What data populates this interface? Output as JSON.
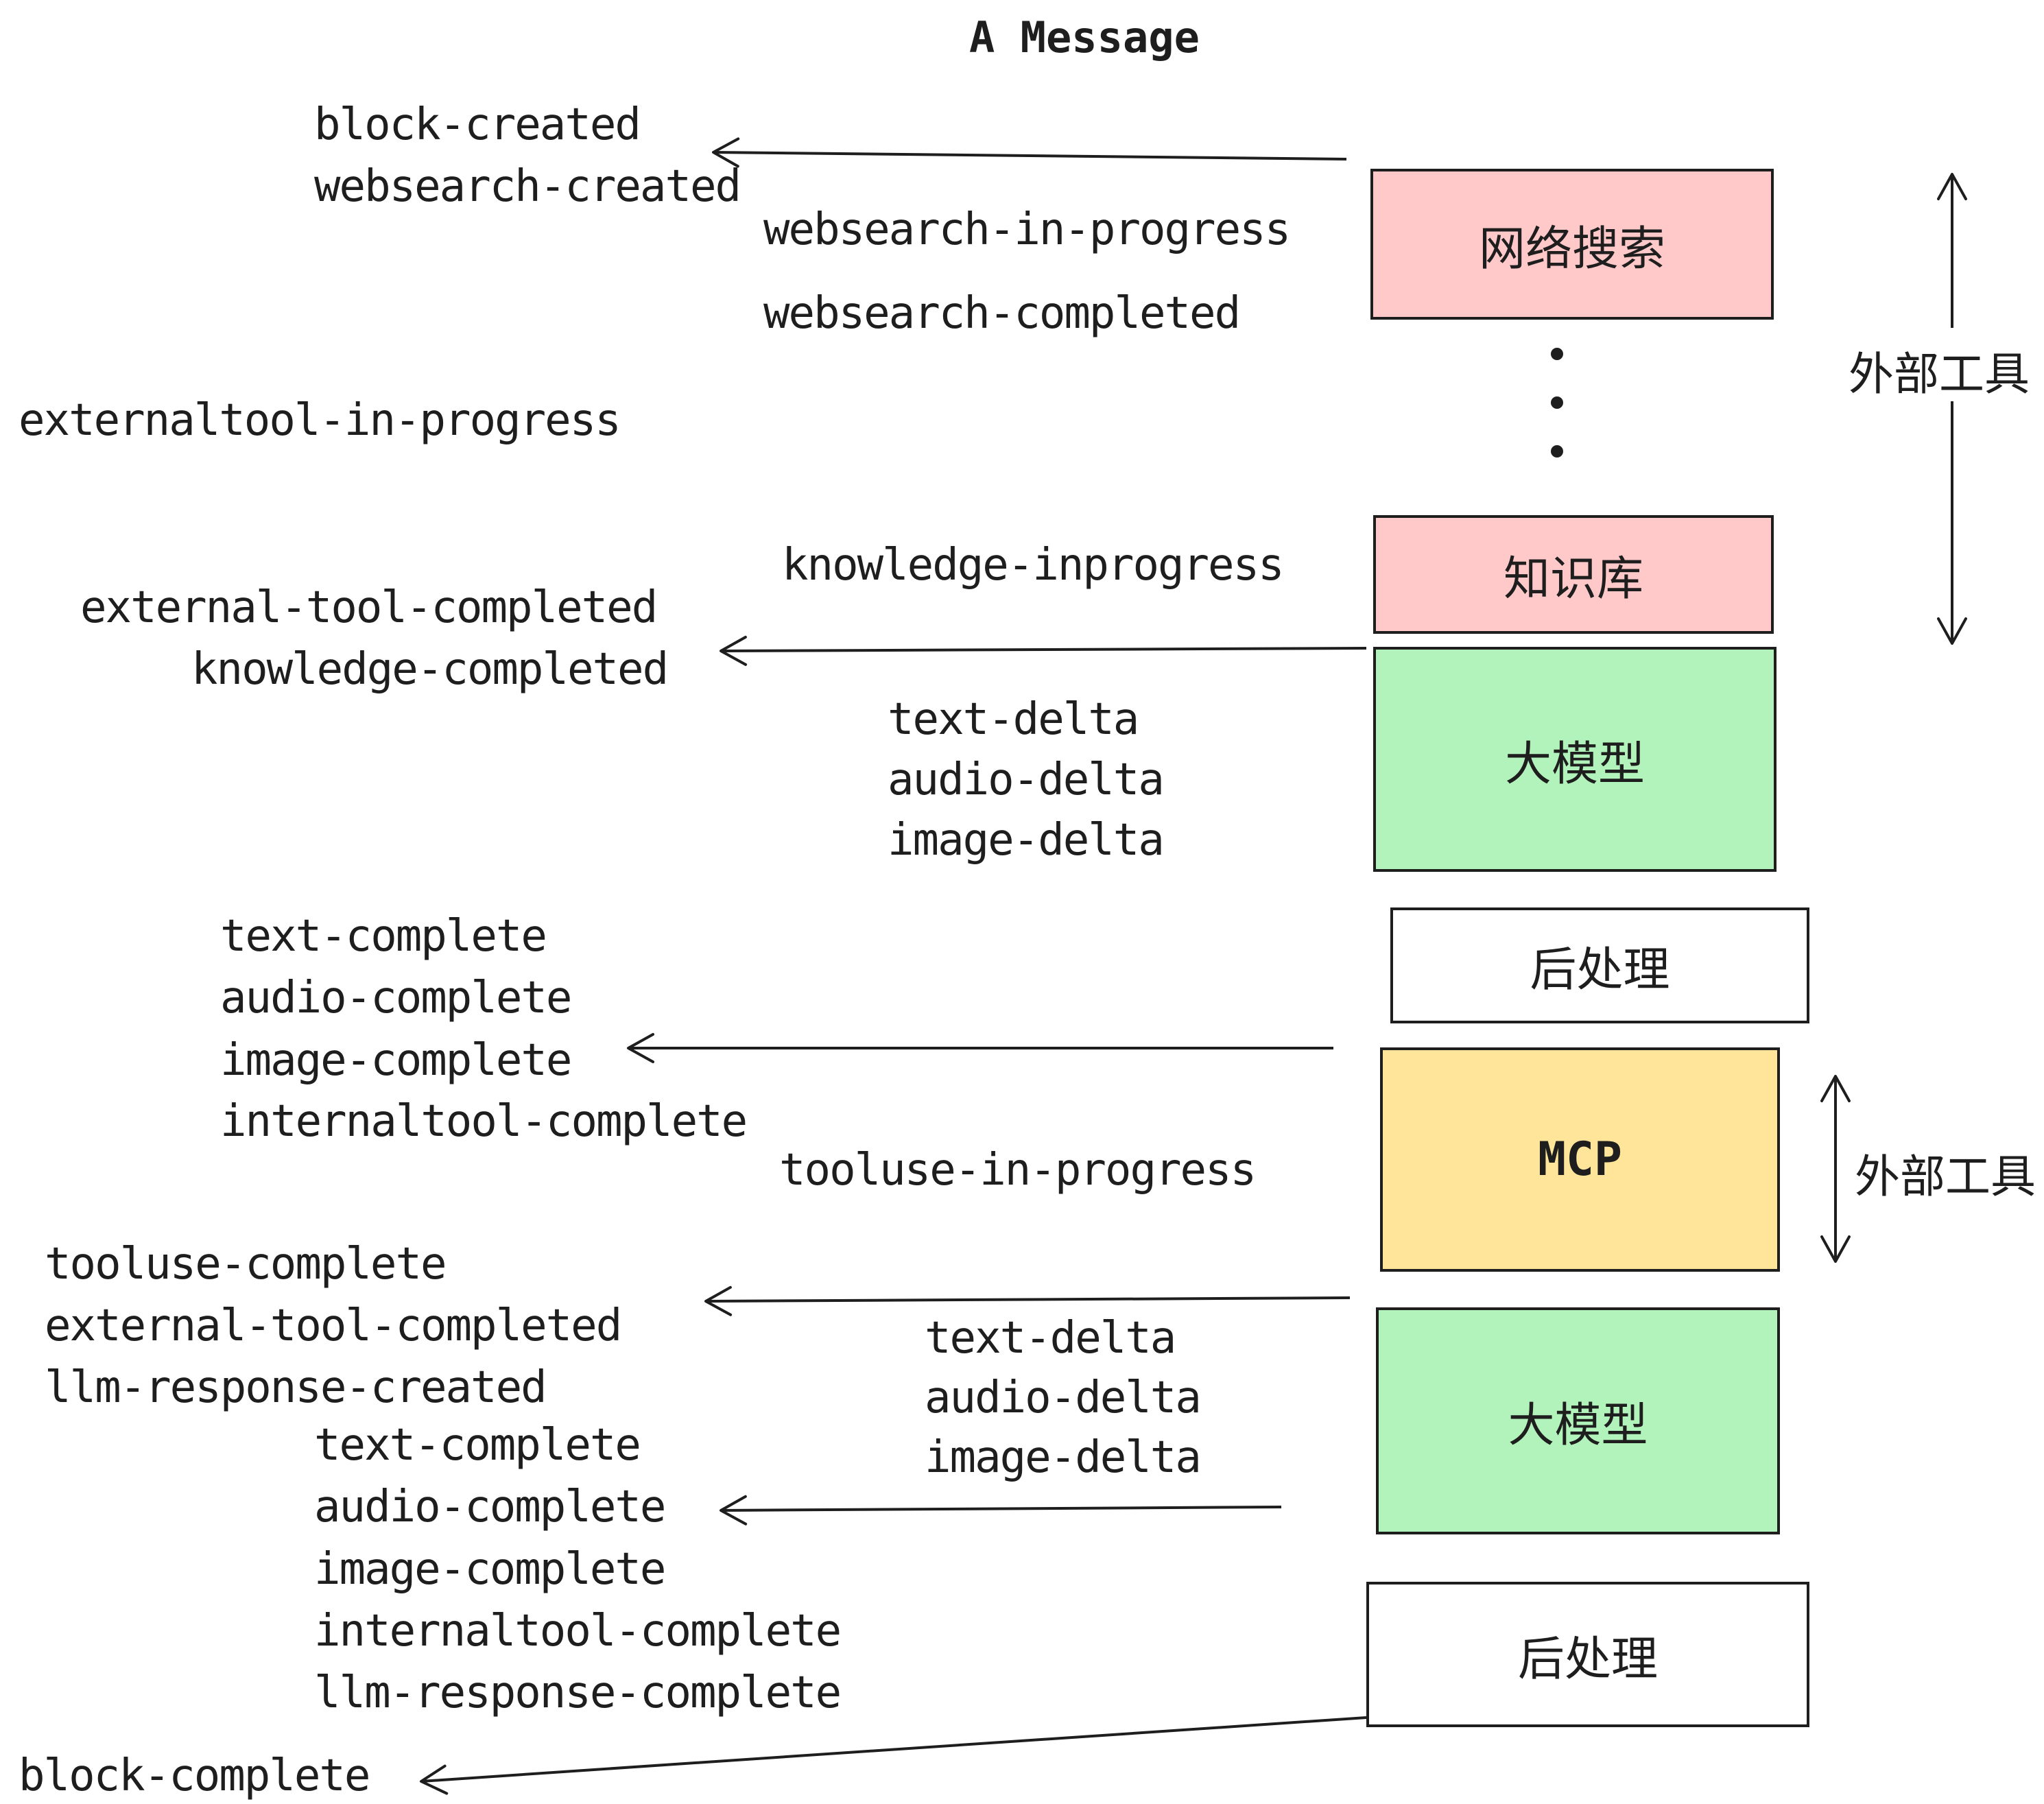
{
  "title": "A Message",
  "colors": {
    "stroke": "#1e1e1e",
    "external_tool_box_fill": "#ffc9c9",
    "llm_box_fill": "#b2f2bb",
    "mcp_box_fill": "#ffe599",
    "post_box_fill": "#ffffff",
    "background": "#ffffff"
  },
  "boxes": {
    "websearch": "网络搜索",
    "knowledge": "知识库",
    "llm1": "大模型",
    "post1": "后处理",
    "mcp": "MCP",
    "llm2": "大模型",
    "post2": "后处理"
  },
  "side_labels": {
    "external_tools_top": "外部工具",
    "external_tools_bottom": "外部工具"
  },
  "events": {
    "block_created": "block-created",
    "websearch_created": "websearch-created",
    "websearch_in_progress": "websearch-in-progress",
    "websearch_completed": "websearch-completed",
    "externaltool_in_progress": "externaltool-in-progress",
    "knowledge_inprogress": "knowledge-inprogress",
    "external_tool_completed_1": "external-tool-completed",
    "knowledge_completed": "knowledge-completed",
    "text_delta_1": "text-delta",
    "audio_delta_1": "audio-delta",
    "image_delta_1": "image-delta",
    "text_complete_1": "text-complete",
    "audio_complete_1": "audio-complete",
    "image_complete_1": "image-complete",
    "internaltool_complete_1": "internaltool-complete",
    "tooluse_in_progress": "tooluse-in-progress",
    "tooluse_complete": "tooluse-complete",
    "external_tool_completed_2": "external-tool-completed",
    "llm_response_created": "llm-response-created",
    "text_delta_2": "text-delta",
    "audio_delta_2": "audio-delta",
    "image_delta_2": "image-delta",
    "text_complete_2": "text-complete",
    "audio_complete_2": "audio-complete",
    "image_complete_2": "image-complete",
    "internaltool_complete_2": "internaltool-complete",
    "llm_response_complete": "llm-response-complete",
    "block_complete": "block-complete"
  }
}
